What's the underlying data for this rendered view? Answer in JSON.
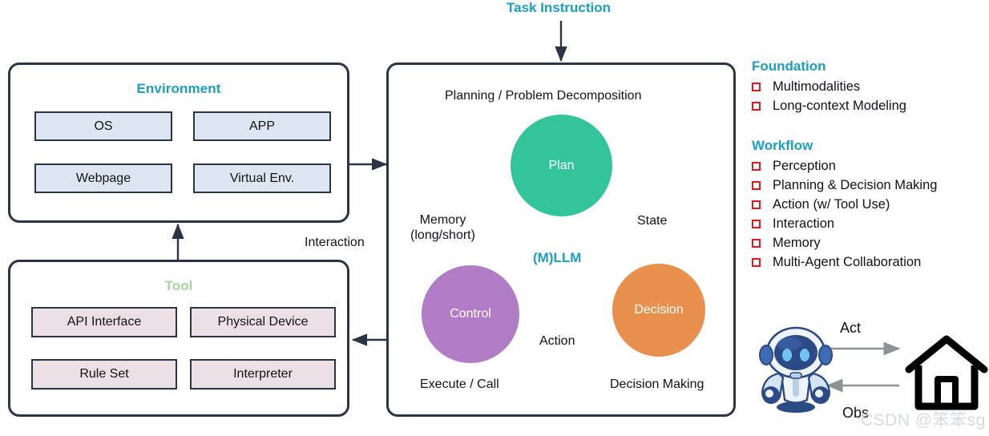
{
  "figure": {
    "task_instruction_label": "Task Instruction",
    "interaction_label": "Interaction"
  },
  "environment": {
    "title": "Environment",
    "items": [
      {
        "label": "OS"
      },
      {
        "label": "APP"
      },
      {
        "label": "Webpage"
      },
      {
        "label": "Virtual Env."
      }
    ]
  },
  "tool": {
    "title": "Tool",
    "items": [
      {
        "label": "API Interface"
      },
      {
        "label": "Physical Device"
      },
      {
        "label": "Rule Set"
      },
      {
        "label": "Interpreter"
      }
    ]
  },
  "agent": {
    "top_caption": "Planning / Problem Decomposition",
    "center_label": "(M)LLM",
    "nodes": [
      {
        "id": "plan",
        "label": "Plan",
        "color": "#34c49a"
      },
      {
        "id": "control",
        "label": "Control",
        "color": "#b07cc6"
      },
      {
        "id": "decision",
        "label": "Decision",
        "color": "#e8914f"
      }
    ],
    "edges": [
      {
        "id": "memory",
        "label": "Memory\n(long/short)"
      },
      {
        "id": "state",
        "label": "State"
      },
      {
        "id": "action",
        "label": "Action"
      }
    ],
    "bottom_captions": [
      {
        "id": "execute",
        "label": "Execute / Call"
      },
      {
        "id": "decision-making",
        "label": "Decision Making"
      }
    ]
  },
  "rail": {
    "sections": [
      {
        "heading": "Foundation",
        "items": [
          "Multimodalities",
          "Long-context Modeling"
        ]
      },
      {
        "heading": "Workflow",
        "items": [
          "Perception",
          "Planning & Decision Making",
          "Action (w/ Tool Use)",
          "Interaction",
          "Memory",
          "Multi-Agent Collaboration"
        ]
      }
    ]
  },
  "agent_env_loop": {
    "act_label": "Act",
    "obs_label": "Obs",
    "robot_icon": "robot-icon",
    "house_icon": "house-icon"
  },
  "watermark": {
    "text": "CSDN @笨笨sg"
  },
  "colors": {
    "accent_teal": "#1b9dc4",
    "border_dark": "#2b3445",
    "chip_blue": "#dce7f3",
    "chip_pink": "#ecdfe6",
    "tool_title_green": "#a9d6a0",
    "checkbox_red": "#e01b1b",
    "plan_green": "#34c49a",
    "control_purple": "#b07cc6",
    "decision_orange": "#e8914f"
  }
}
